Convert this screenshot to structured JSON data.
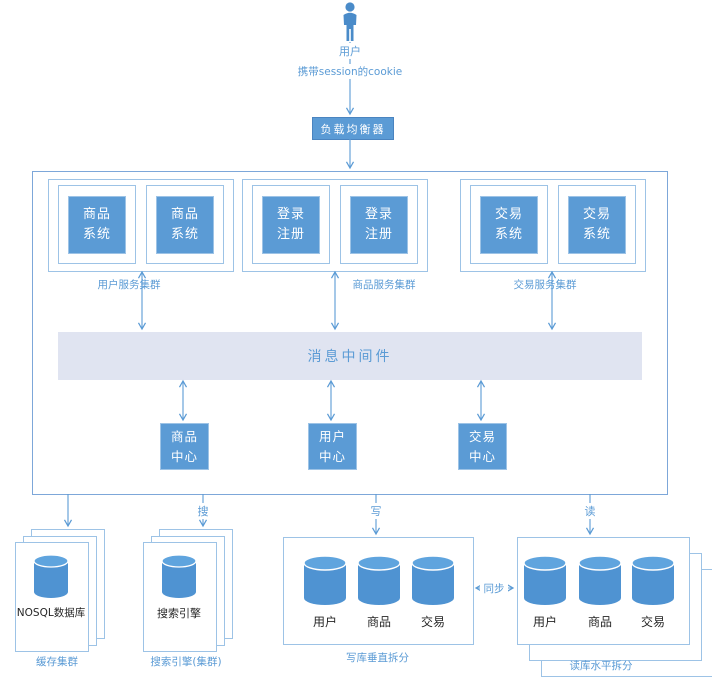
{
  "top": {
    "user_label": "用户",
    "session_label": "携带session的cookie",
    "load_balancer_label": "负载均衡器"
  },
  "clusters": [
    {
      "label": "用户服务集群",
      "items": [
        "商品系统",
        "商品系统"
      ]
    },
    {
      "label": "商品服务集群",
      "items": [
        "登录注册",
        "登录注册"
      ]
    },
    {
      "label": "交易服务集群",
      "items": [
        "交易系统",
        "交易系统"
      ]
    }
  ],
  "middleware_label": "消息中间件",
  "centers": [
    "商品中心",
    "用户中心",
    "交易中心"
  ],
  "flow_labels": {
    "search": "搜",
    "write": "写",
    "read": "读",
    "sync": "同步"
  },
  "storage": {
    "cache": {
      "db": "NOSQL数据库",
      "caption": "缓存集群"
    },
    "search": {
      "db": "搜索引擎",
      "caption": "搜索引擎(集群)"
    },
    "write": {
      "dbs": [
        "用户",
        "商品",
        "交易"
      ],
      "caption": "写库垂直拆分"
    },
    "read": {
      "dbs": [
        "用户",
        "商品",
        "交易"
      ],
      "caption": "读库水平拆分"
    }
  },
  "colors": {
    "primary_fill": "#5b9bd5",
    "border_light": "#9dc3e6",
    "container_border": "#7da7d9",
    "middleware_fill": "#e0e4f1",
    "text_blue": "#5b9bd5",
    "text_dark": "#262626"
  }
}
